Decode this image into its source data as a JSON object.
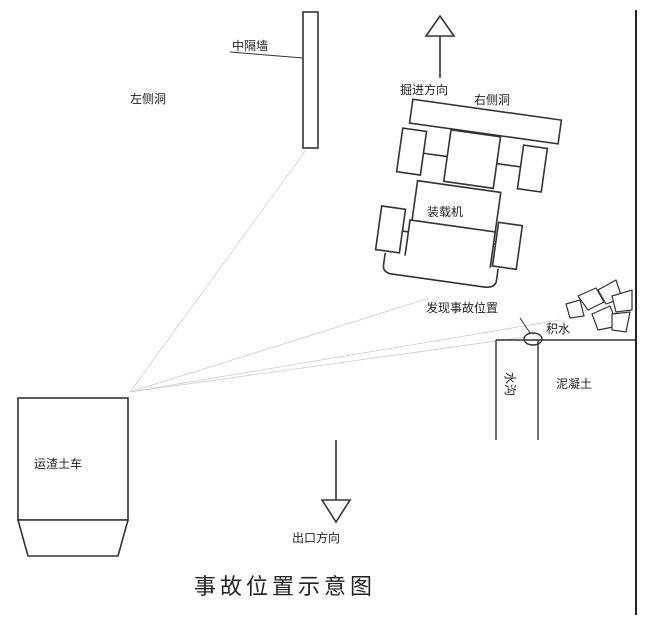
{
  "labels": {
    "median_wall": "中隔墙",
    "left_tunnel": "左侧洞",
    "excavation_direction": "掘进方向",
    "right_tunnel": "右侧洞",
    "loader": "装载机",
    "accident_location": "发现事故位置",
    "water": "积水",
    "ditch": "水沟",
    "concrete": "泥凝土",
    "dump_truck": "运渣土车",
    "exit_direction": "出口方向",
    "title": "事故位置示意图"
  }
}
